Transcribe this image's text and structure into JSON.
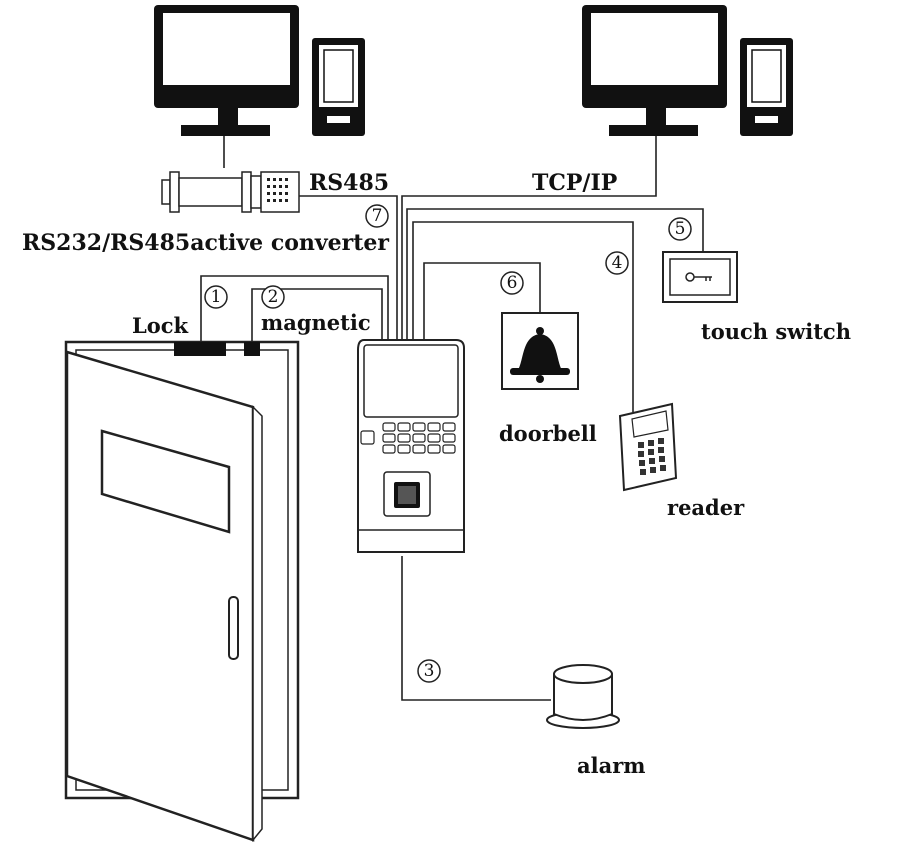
{
  "labels": {
    "rs485": "RS485",
    "tcpip": "TCP/IP",
    "converter": "RS232/RS485active converter",
    "lock": "Lock",
    "magnetic": "magnetic",
    "touch_switch": "touch switch",
    "doorbell": "doorbell",
    "reader": "reader",
    "alarm": "alarm"
  },
  "markers": {
    "m1": "1",
    "m2": "2",
    "m3": "3",
    "m4": "4",
    "m5": "5",
    "m6": "6",
    "m7": "7"
  },
  "icons": {
    "computer_left": "desktop-computer-icon",
    "computer_right": "desktop-computer-icon",
    "converter": "converter-icon",
    "door": "door-icon",
    "terminal": "access-terminal-icon",
    "doorbell": "bell-icon",
    "touch_switch": "exit-button-icon",
    "reader": "keypad-reader-icon",
    "alarm": "siren-icon"
  }
}
